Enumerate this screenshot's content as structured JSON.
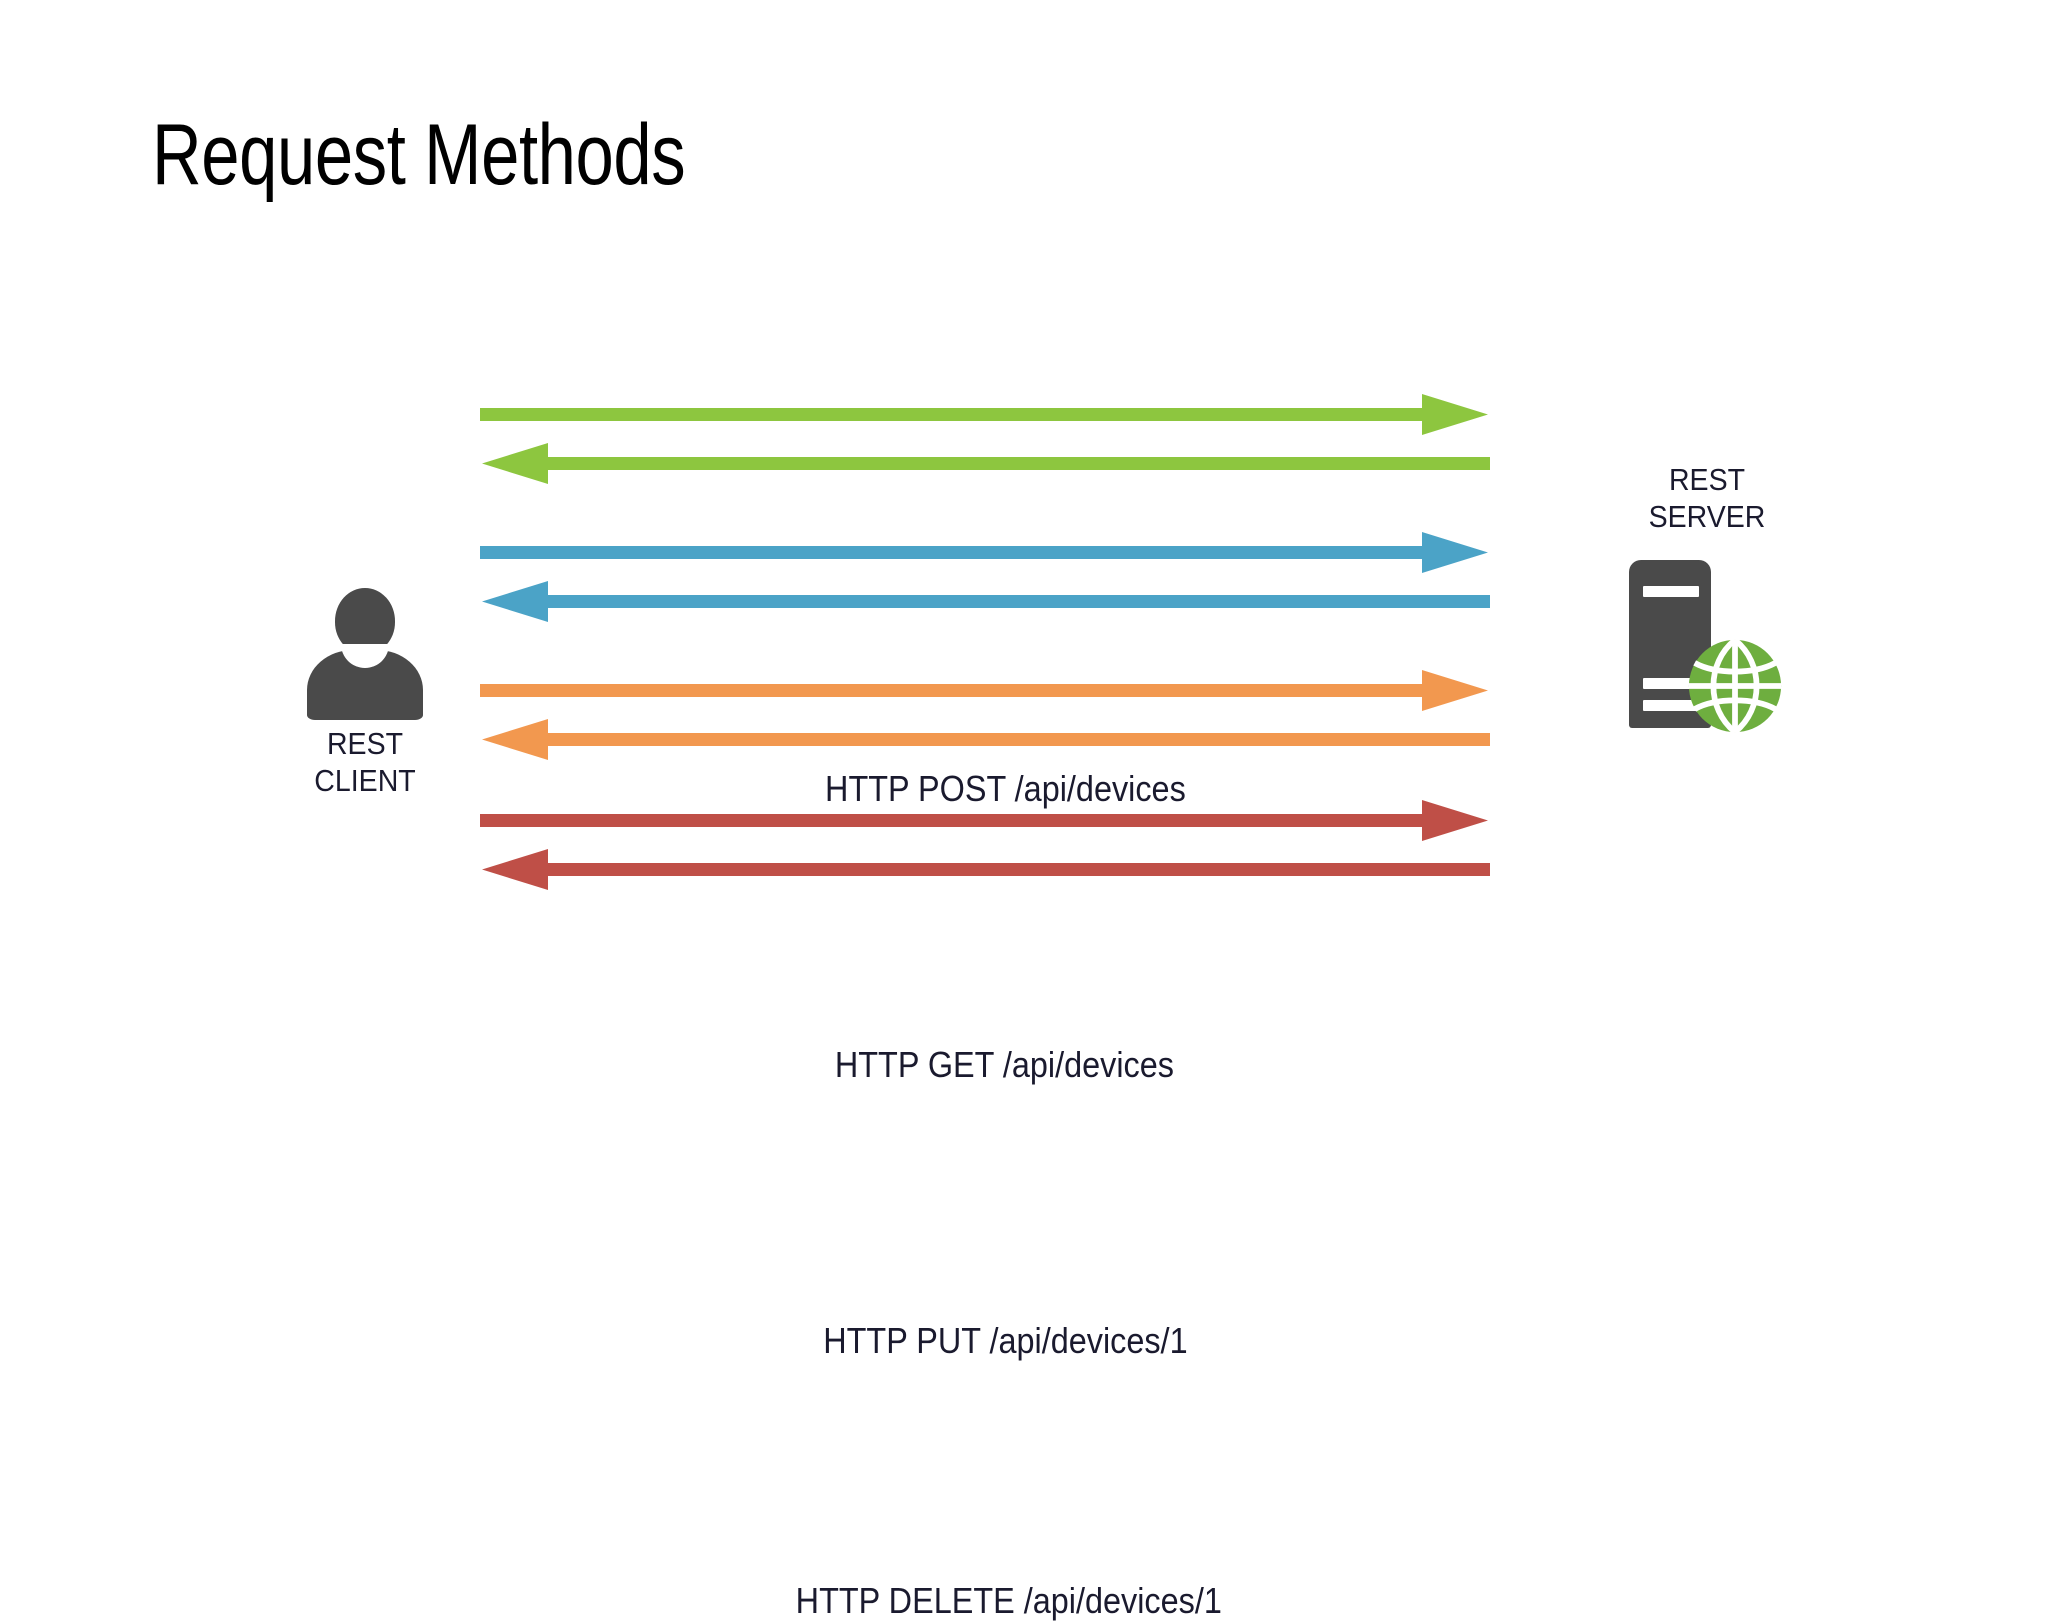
{
  "slide": {
    "title": "Request Methods",
    "background_color": "#ffffff"
  },
  "actors": {
    "client": {
      "name": "rest-client",
      "label_line1": "REST",
      "label_line2": "CLIENT",
      "icon": "person-icon",
      "icon_color": "#4a4a4a"
    },
    "server": {
      "name": "rest-server",
      "label_line1": "REST",
      "label_line2": "SERVER",
      "icon": "server-globe-icon",
      "tower_color": "#4a4a4a",
      "globe_color": "#6eae3f"
    }
  },
  "messages": [
    {
      "id": "post",
      "method": "HTTP POST",
      "path": "/api/devices",
      "label": "HTTP POST /api/devices",
      "color": "#8dc63f",
      "request_direction": "client-to-server",
      "response_direction": "server-to-client"
    },
    {
      "id": "get",
      "method": "HTTP GET",
      "path": "/api/devices",
      "label": "HTTP GET /api/devices",
      "color": "#4ba3c7",
      "request_direction": "client-to-server",
      "response_direction": "server-to-client"
    },
    {
      "id": "put",
      "method": "HTTP PUT",
      "path": "/api/devices/1",
      "label": "HTTP PUT /api/devices/1",
      "color": "#f2984f",
      "request_direction": "client-to-server",
      "response_direction": "server-to-client"
    },
    {
      "id": "delete",
      "method": "HTTP DELETE",
      "path": "/api/devices/1",
      "label": "HTTP DELETE /api/devices/1",
      "color": "#bf4f47",
      "request_direction": "client-to-server",
      "response_direction": "server-to-client"
    }
  ]
}
